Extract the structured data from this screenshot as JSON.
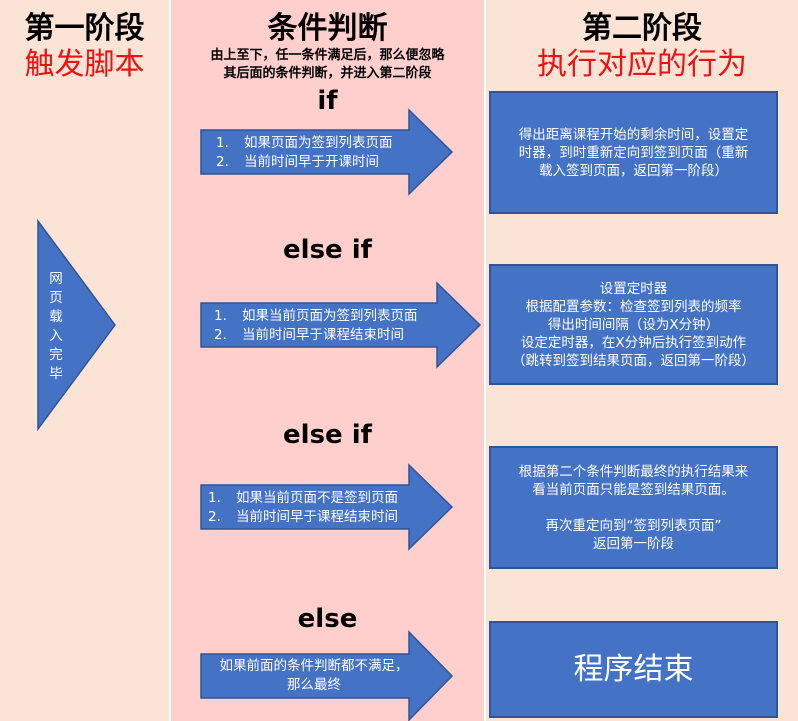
{
  "columns": {
    "stage1": {
      "title": "第一阶段",
      "subtitle": "触发脚本",
      "arrow_label_chars": [
        "网",
        "页",
        "载",
        "入",
        "完",
        "毕"
      ]
    },
    "stage2": {
      "title": "条件判断",
      "note_line1": "由上至下，任一条件满足后，那么便忽略",
      "note_line2": "其后面的条件判断，并进入第二阶段"
    },
    "stage3": {
      "title": "第二阶段",
      "subtitle": "执行对应的行为"
    }
  },
  "branches": [
    {
      "keyword": "if",
      "conditions": [
        {
          "num": "1.",
          "text": "如果页面为签到列表页面"
        },
        {
          "num": "2.",
          "text": "当前时间早于开课时间"
        }
      ],
      "action": [
        "得出距离课程开始的剩余时间，设置定",
        "时器，到时重新定向到签到页面（重新",
        "载入签到页面，返回第一阶段）"
      ]
    },
    {
      "keyword": "else if",
      "conditions": [
        {
          "num": "1.",
          "text": "如果当前页面为签到列表页面"
        },
        {
          "num": "2.",
          "text": "当前时间早于课程结束时间"
        }
      ],
      "action": [
        "设置定时器",
        "根据配置参数：检查签到列表的频率",
        "得出时间间隔（设为X分钟）",
        "设定定时器，在X分钟后执行签到动作",
        "（跳转到签到结果页面，返回第一阶段）"
      ]
    },
    {
      "keyword": "else if",
      "conditions": [
        {
          "num": "1.",
          "text": "如果当前页面不是签到页面"
        },
        {
          "num": "2.",
          "text": "当前时间早于课程结束时间"
        }
      ],
      "action": [
        "根据第二个条件判断最终的执行结果来",
        "看当前页面只能是签到结果页面。",
        "",
        "再次重定向到“签到列表页面”",
        "返回第一阶段"
      ]
    },
    {
      "keyword": "else",
      "condition_text": [
        "如果前面的条件判断都不满足，",
        "那么最终"
      ],
      "action_big": "程序结束"
    }
  ],
  "colors": {
    "stage_bg": "#fbe4d6",
    "condition_bg": "#ffcfcd",
    "arrow_fill": "#4472c4",
    "arrow_stroke": "#2f5597",
    "title_red": "#ee1111"
  }
}
